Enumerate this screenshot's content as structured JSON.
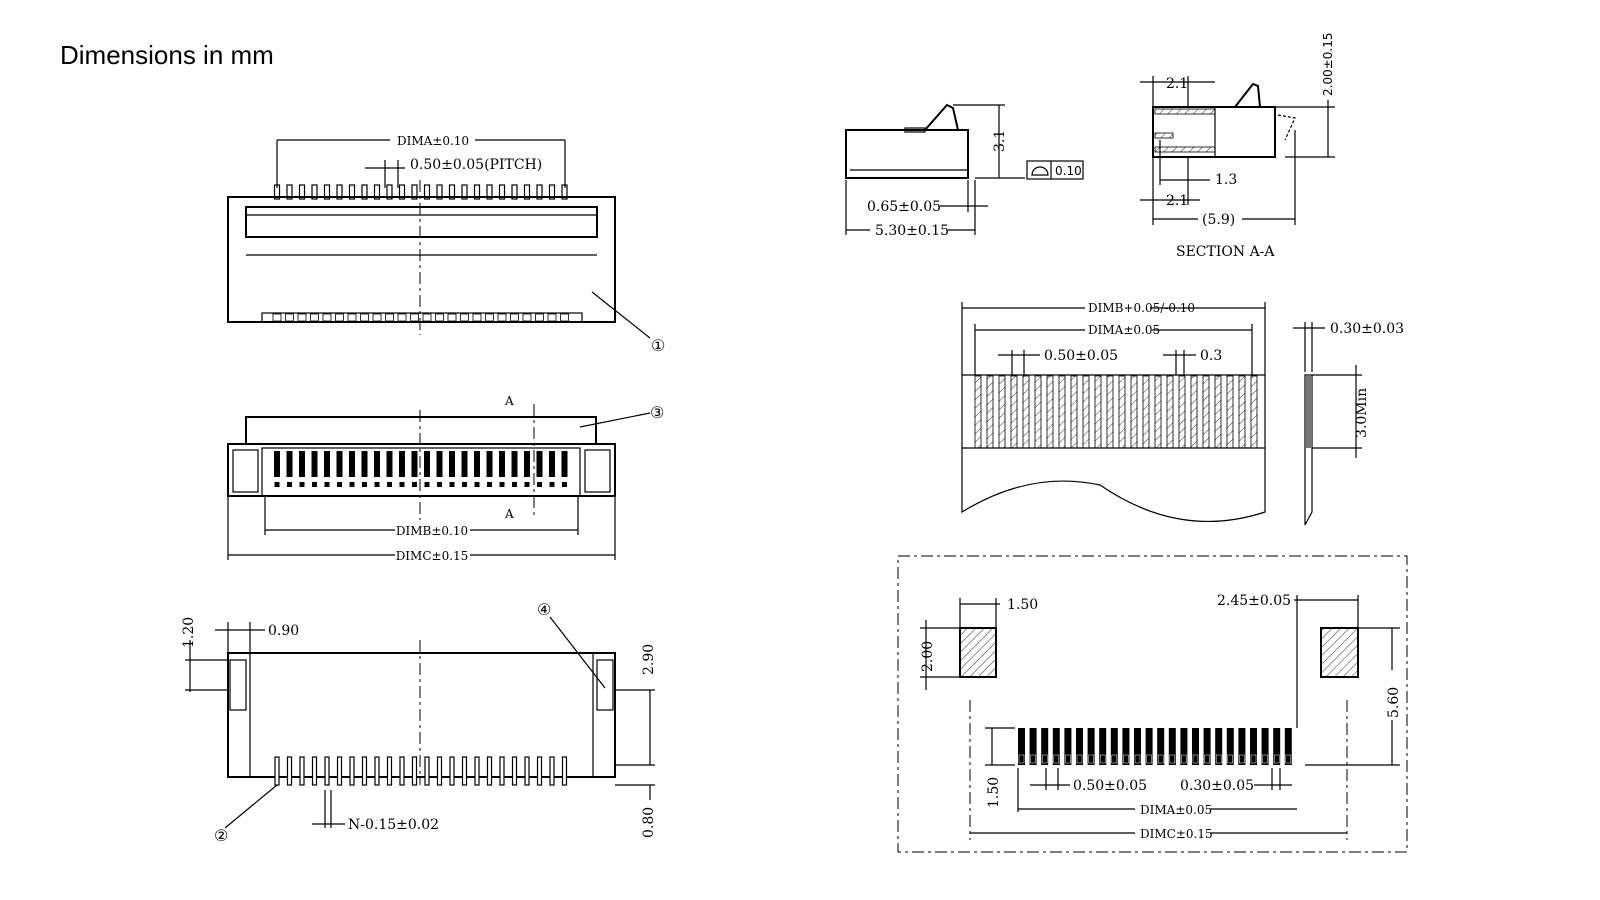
{
  "title": "Dimensions in mm",
  "top_view": {
    "dima": "DIMA±0.10",
    "pitch": "0.50±0.05(PITCH)",
    "callout": "①"
  },
  "front_view": {
    "section_mark": "A",
    "dimb": "DIMB±0.10",
    "dimc": "DIMC±0.15",
    "callout": "③"
  },
  "bottom_view": {
    "d_120": "1.20",
    "d_090": "0.90",
    "d_290": "2.90",
    "d_080": "0.80",
    "pin_width": "N-0.15±0.02",
    "callout_2": "②",
    "callout_4": "④"
  },
  "side_view": {
    "height": "3.1",
    "flatness": "0.10",
    "d_065": "0.65±0.05",
    "d_530": "5.30±0.15"
  },
  "section_aa": {
    "d_21_top": "2.1",
    "d_13": "1.3",
    "d_21_bottom": "2.1",
    "d_59": "(5.9)",
    "d_200": "2.00±0.15",
    "label": "SECTION A-A"
  },
  "fpc": {
    "dimb": "DIMB+0.05/-0.10",
    "dima": "DIMA±0.05",
    "pitch": "0.50±0.05",
    "width": "0.3",
    "thickness": "0.30±0.03",
    "length": "3.0Min"
  },
  "footprint": {
    "pad_w": "1.50",
    "pad_h": "2.00",
    "pad_offset": "2.45±0.05",
    "d_560": "5.60",
    "d_150": "1.50",
    "pitch": "0.50±0.05",
    "pad_width": "0.30±0.05",
    "dima": "DIMA±0.05",
    "dimc": "DIMC±0.15"
  }
}
